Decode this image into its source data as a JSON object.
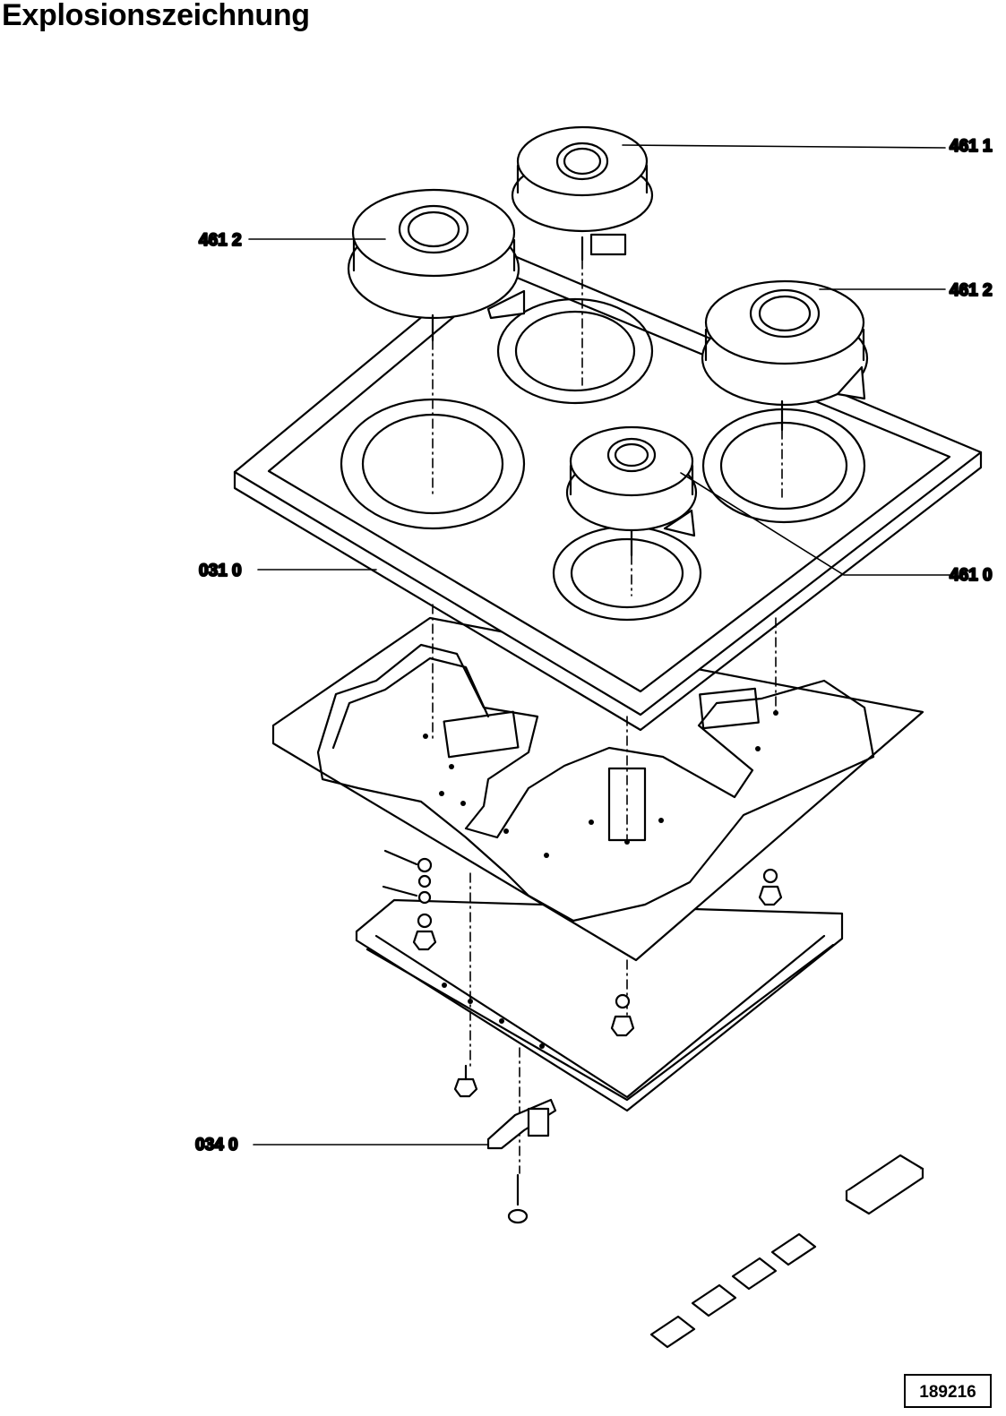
{
  "page": {
    "title": "Explosionszeichnung"
  },
  "labels": {
    "burner_top_right": "461 1",
    "burner_left": "461 2",
    "burner_right": "461 2",
    "burner_front": "461 0",
    "hob_top_plate": "031 0",
    "bracket_clip": "034 0"
  },
  "document": {
    "number": "189216"
  }
}
